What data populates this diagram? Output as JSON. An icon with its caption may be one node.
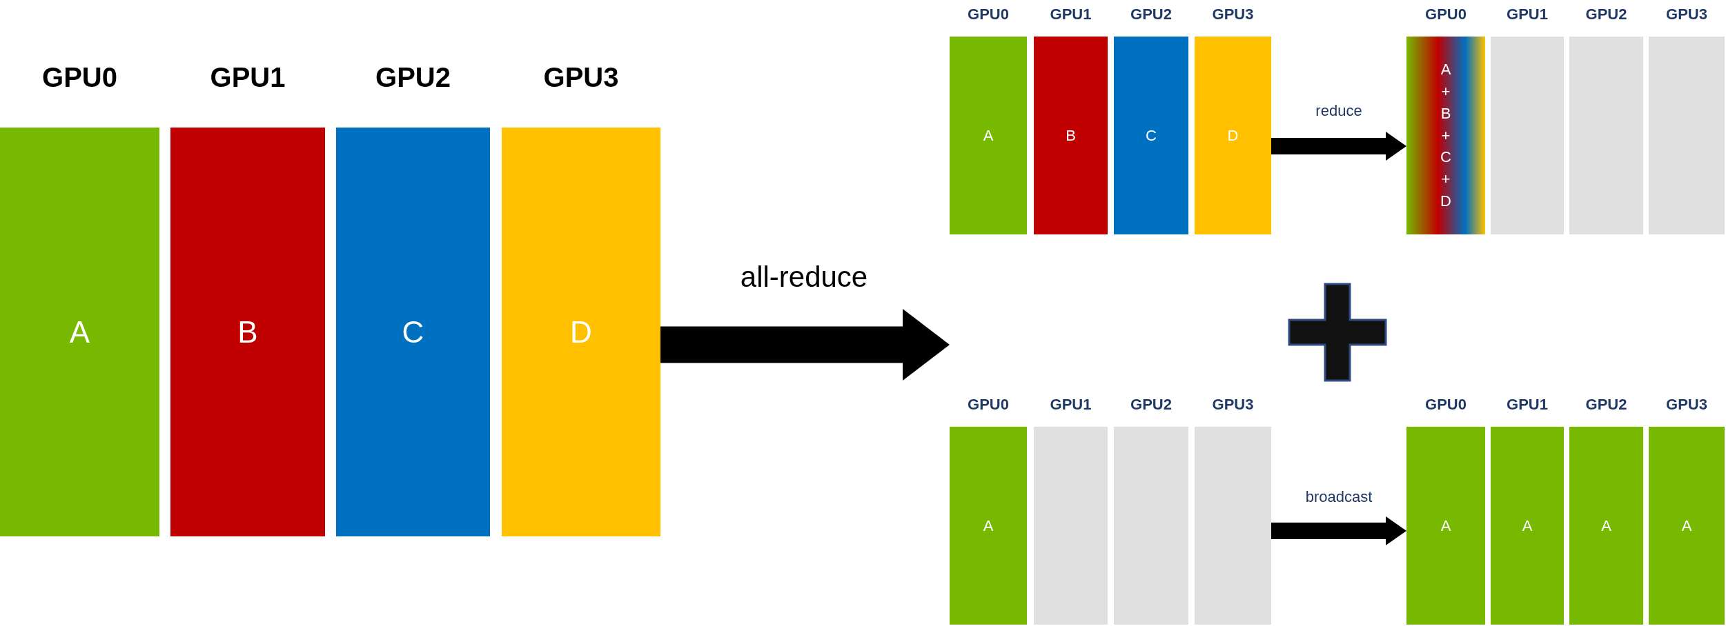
{
  "diagram": {
    "nodes": [
      {
        "text": [
          "GPU0",
          "A"
        ]
      },
      {
        "text": [
          "GPU1",
          "B"
        ]
      },
      {
        "text": [
          "GPU2",
          "C"
        ]
      },
      {
        "text": [
          "GPU3",
          "D"
        ]
      },
      {
        "text": [
          "GPU0",
          "A"
        ]
      },
      {
        "text": [
          "GPU1",
          "B"
        ]
      },
      {
        "text": [
          "GPU2",
          "C"
        ]
      },
      {
        "text": [
          "GPU3",
          "D"
        ]
      },
      {
        "text": [
          "GPU0",
          "A + B + C + D"
        ]
      },
      {
        "text": [
          "GPU1"
        ]
      },
      {
        "text": [
          "GPU2"
        ]
      },
      {
        "text": [
          "GPU3"
        ]
      },
      {
        "text": [
          "GPU0",
          "A"
        ]
      },
      {
        "text": [
          "GPU1"
        ]
      },
      {
        "text": [
          "GPU2"
        ]
      },
      {
        "text": [
          "GPU3"
        ]
      },
      {
        "text": [
          "GPU0",
          "A"
        ]
      },
      {
        "text": [
          "GPU1",
          "A"
        ]
      },
      {
        "text": [
          "GPU2",
          "A"
        ]
      },
      {
        "text": [
          "GPU3",
          "A"
        ]
      }
    ],
    "edges": [
      {
        "from": 3,
        "to": 12,
        "arrow": "to",
        "label": "all-reduce",
        "style": "thick"
      },
      {
        "from": 7,
        "to": 8,
        "arrow": "to",
        "label": "reduce"
      },
      {
        "from": 15,
        "to": 16,
        "arrow": "to",
        "label": "broadcast"
      }
    ]
  }
}
